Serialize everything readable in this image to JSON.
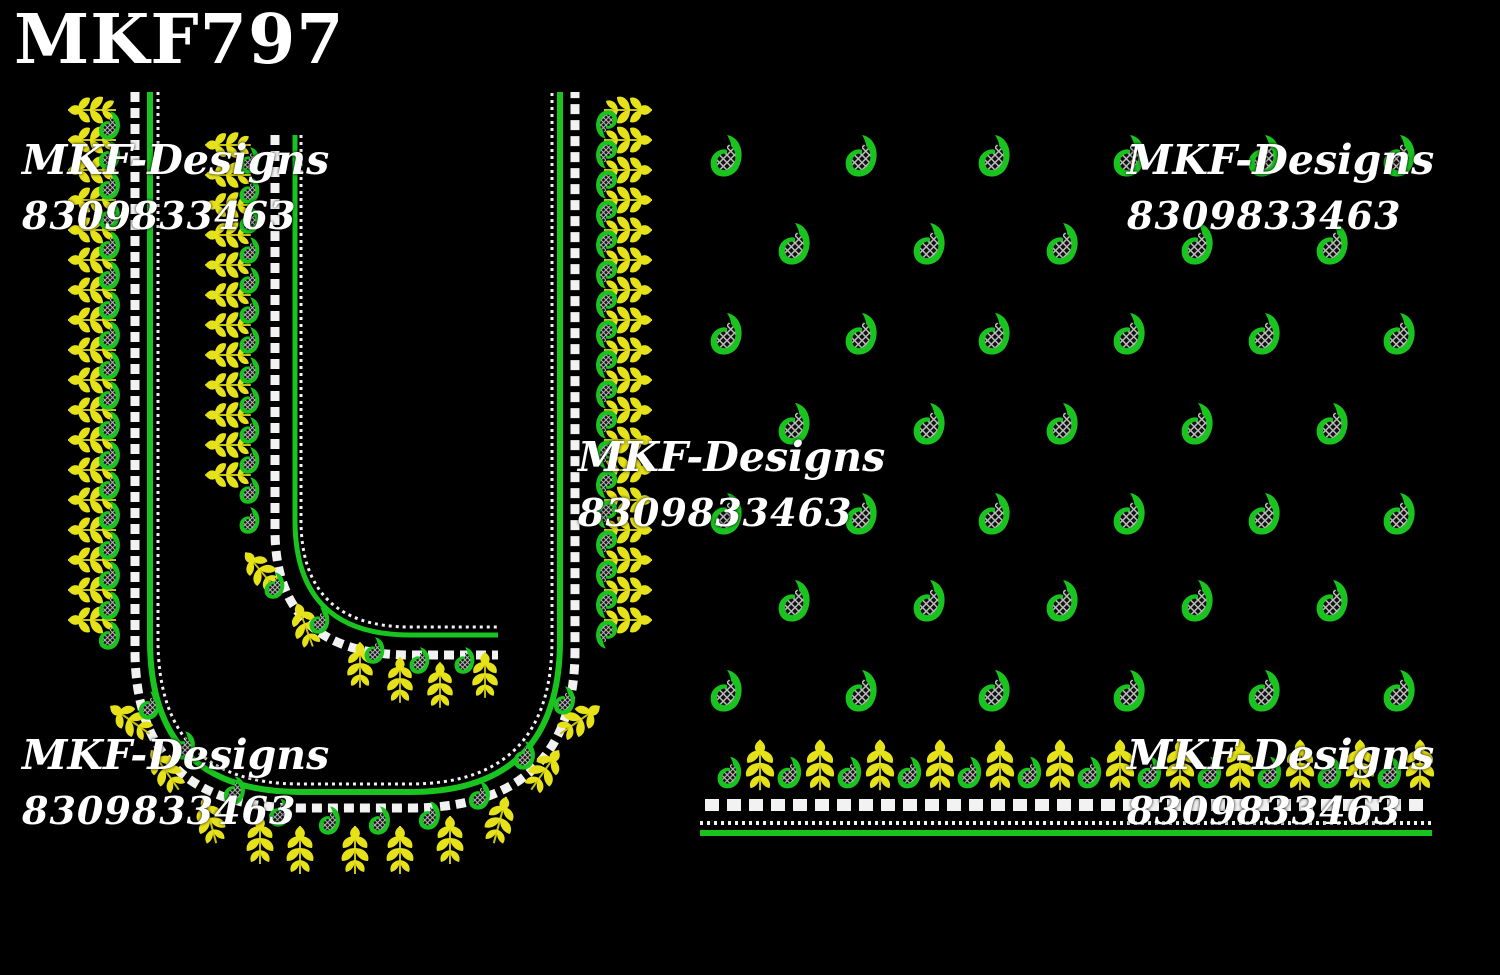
{
  "design_code": "MKF797",
  "watermarks": [
    {
      "brand": "MKF-Designs",
      "phone": "8309833463"
    },
    {
      "brand": "MKF-Designs",
      "phone": "8309833463"
    },
    {
      "brand": "MKF-Designs",
      "phone": "8309833463"
    },
    {
      "brand": "MKF-Designs",
      "phone": "8309833463"
    },
    {
      "brand": "MKF-Designs",
      "phone": "8309833463"
    }
  ],
  "colors": {
    "background": "#000000",
    "green": "#19c41f",
    "yellow": "#e6e21a",
    "white": "#f2f2f2",
    "mesh": "#9a9a9a"
  },
  "motifs": [
    "paisley-icon",
    "leaf-icon",
    "swirl-scroll",
    "star-stitch-line"
  ]
}
